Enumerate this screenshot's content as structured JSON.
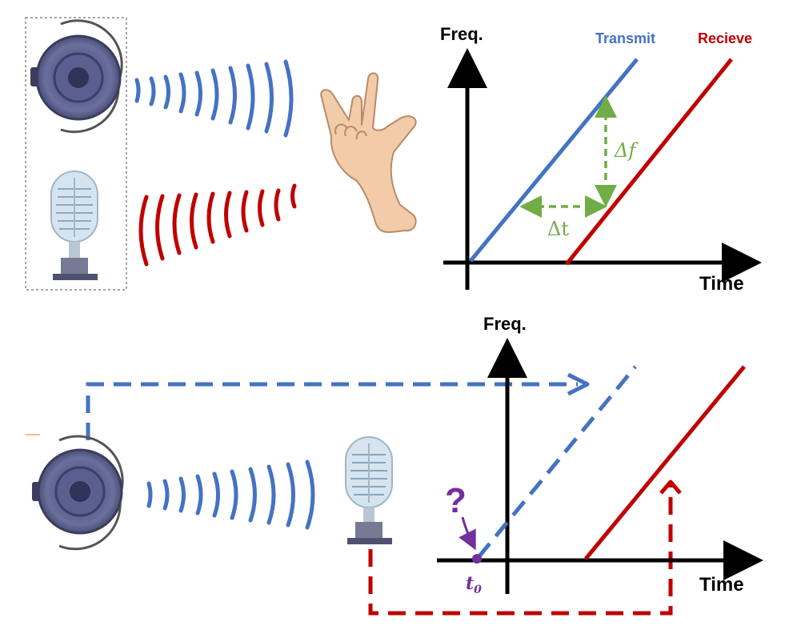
{
  "top_chart": {
    "y_axis_label": "Freq.",
    "x_axis_label": "Time",
    "legend_transmit": "Transmit",
    "legend_receive": "Recieve",
    "delta_f_label": "Δf",
    "delta_t_label": "Δt"
  },
  "bottom_chart": {
    "y_axis_label": "Freq.",
    "x_axis_label": "Time",
    "unknown_marker": "?",
    "t0_label": "t",
    "t0_subscript": "0"
  },
  "colors": {
    "transmit": "#4472c4",
    "receive": "#c00000",
    "delta": "#70ad47",
    "t0": "#7030a0",
    "axis": "#000000",
    "device_frame": "#a6a6a6"
  },
  "icons": [
    "speaker-icon",
    "microphone-icon",
    "hand-gesture-icon"
  ]
}
